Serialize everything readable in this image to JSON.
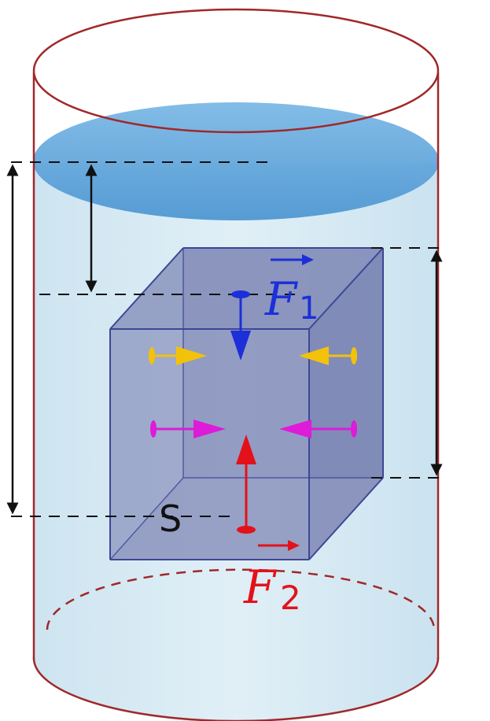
{
  "labels": {
    "f1_letter": "F",
    "f1_sub": "1",
    "f2_letter": "F",
    "f2_sub": "2",
    "area": "S"
  },
  "colors": {
    "container_outline": "#a0282a",
    "water": "#d3e9f3",
    "surface": "#5aa0d6",
    "cube_face": "#7f88b6",
    "cube_edge": "#3d4796",
    "f1": "#1c2fd8",
    "f2": "#e3121a",
    "side_upper": "#f2c20a",
    "side_lower": "#dd1bd9",
    "dimension": "#111111"
  }
}
